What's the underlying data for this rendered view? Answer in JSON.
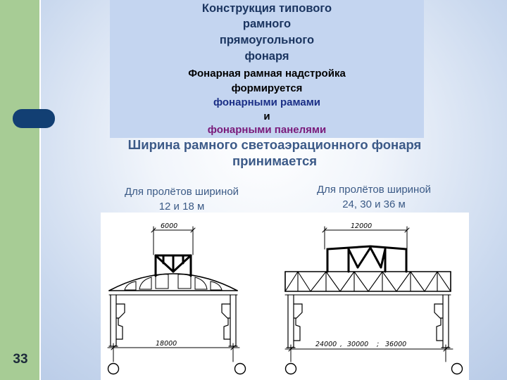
{
  "slide_number": "33",
  "header": {
    "title_lines": [
      "Конструкция типового",
      "рамного",
      "прямоугольного",
      "фонаря"
    ],
    "desc_line1": "Фонарная рамная надстройка",
    "desc_line2": "формируется",
    "desc_line3": "фонарными рамами",
    "desc_line4": "и",
    "desc_line5": "фонарными панелями"
  },
  "main_title_lines": [
    "Ширина рамного светоаэрационного фонаря",
    "принимается"
  ],
  "left_case": {
    "label_lines": [
      "Для пролётов шириной",
      "12 и 18 м"
    ],
    "lantern_width": "6000",
    "span": "18000"
  },
  "right_case": {
    "label_lines": [
      "Для пролётов шириной",
      "24, 30 и 36 м"
    ],
    "lantern_width": "12000",
    "span_1": "24000",
    "span_sep_1": ",",
    "span_2": "30000",
    "span_sep_2": ";",
    "span_3": "36000"
  },
  "colors": {
    "sidebar": "#a7cc95",
    "tab": "#123f73",
    "header_box": "#c4d5f0",
    "title_text": "#1b3560",
    "accent_navy": "#1b2f86",
    "accent_purple": "#7a1a7a",
    "subtitle_text": "#3b5a86"
  }
}
